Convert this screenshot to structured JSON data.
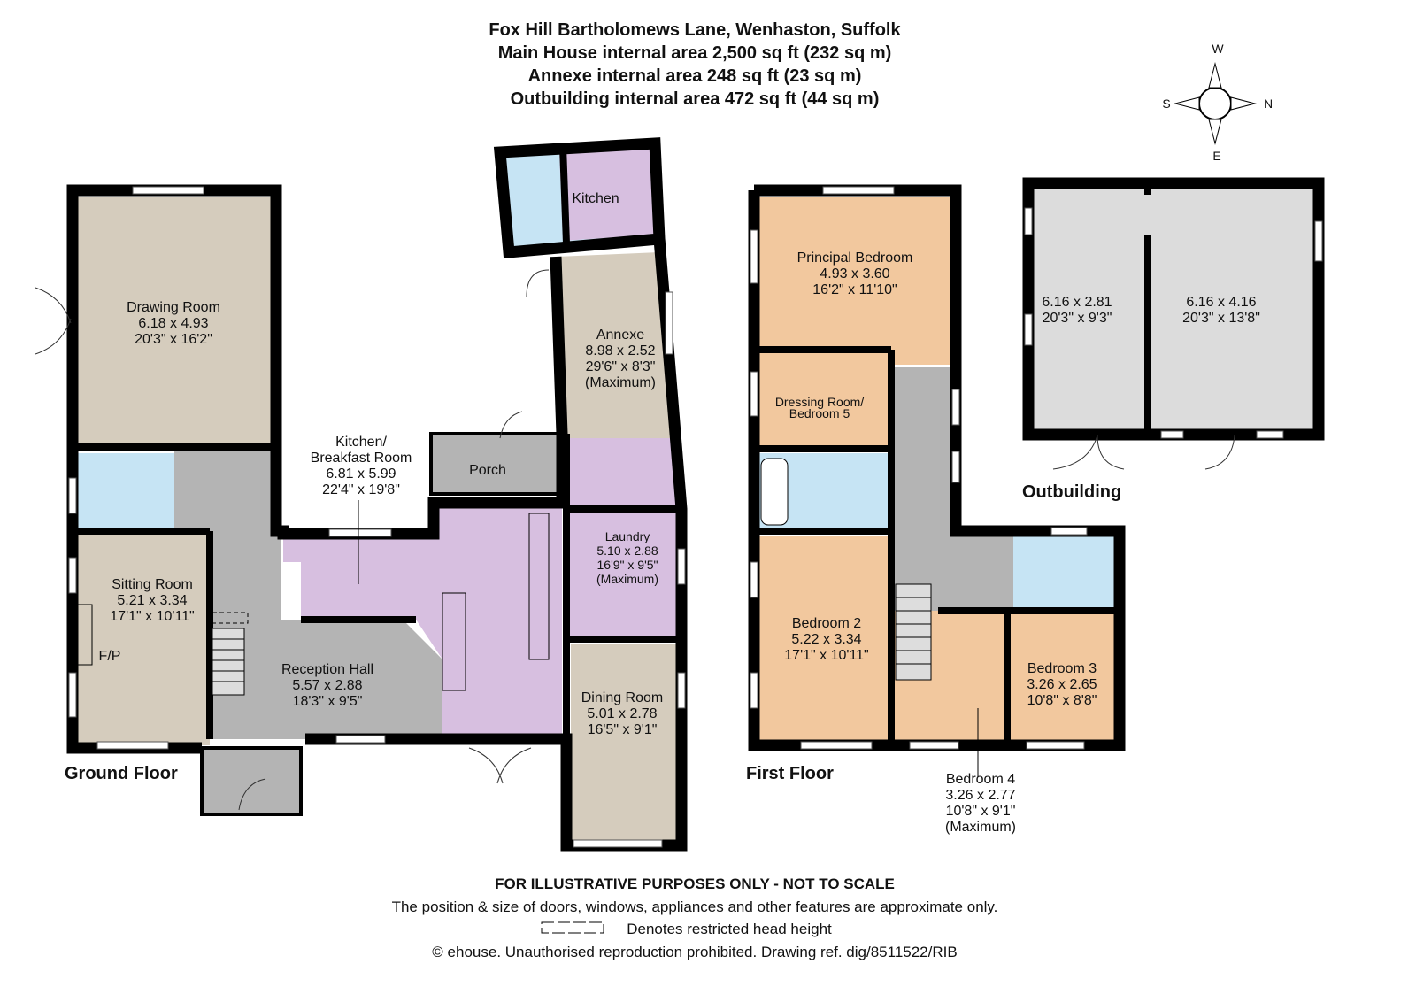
{
  "header": {
    "address": "Fox Hill Bartholomews Lane, Wenhaston, Suffolk",
    "main_area": "Main House internal area 2,500 sq ft (232 sq m)",
    "annexe_area": "Annexe internal area 248 sq ft (23 sq m)",
    "outbuilding_area": "Outbuilding internal area 472 sq ft (44 sq m)"
  },
  "compass": {
    "north": "N",
    "south": "S",
    "east": "E",
    "west": "W"
  },
  "floors": {
    "ground": "Ground Floor",
    "first": "First Floor",
    "outbuilding": "Outbuilding"
  },
  "colors": {
    "reception": "#d5ccbd",
    "wet": "#c6e4f4",
    "kitchen": "#d7bfe0",
    "circulation": "#b4b4b4",
    "bedroom": "#f2c89e",
    "outbuilding": "#dcdcdc"
  },
  "rooms": {
    "drawing": {
      "name": "Drawing Room",
      "metric": "6.18 x 4.93",
      "imperial": "20'3\" x 16'2\""
    },
    "sitting": {
      "name": "Sitting Room",
      "metric": "5.21 x 3.34",
      "imperial": "17'1\" x 10'11\"",
      "note": "F/P"
    },
    "reception": {
      "name": "Reception Hall",
      "metric": "5.57 x 2.88",
      "imperial": "18'3\" x 9'5\""
    },
    "kitchen": {
      "name1": "Kitchen/",
      "name2": "Breakfast Room",
      "metric": "6.81 x 5.99",
      "imperial": "22'4\" x 19'8\""
    },
    "porch": {
      "name": "Porch"
    },
    "annexe_kitchen": {
      "name": "Kitchen"
    },
    "annexe": {
      "name": "Annexe",
      "metric": "8.98 x 2.52",
      "imperial": "29'6\" x 8'3\"",
      "note": "(Maximum)"
    },
    "laundry": {
      "name": "Laundry",
      "metric": "5.10 x 2.88",
      "imperial": "16'9\" x 9'5\"",
      "note": "(Maximum)"
    },
    "dining": {
      "name": "Dining Room",
      "metric": "5.01 x 2.78",
      "imperial": "16'5\" x 9'1\""
    },
    "principal": {
      "name": "Principal Bedroom",
      "metric": "4.93 x 3.60",
      "imperial": "16'2\" x 11'10\""
    },
    "dressing": {
      "name1": "Dressing Room/",
      "name2": "Bedroom 5"
    },
    "bedroom2": {
      "name": "Bedroom 2",
      "metric": "5.22 x 3.34",
      "imperial": "17'1\" x 10'11\""
    },
    "bedroom3": {
      "name": "Bedroom 3",
      "metric": "3.26 x 2.65",
      "imperial": "10'8\" x 8'8\""
    },
    "bedroom4": {
      "name": "Bedroom 4",
      "metric": "3.26 x 2.77",
      "imperial": "10'8\" x 9'1\"",
      "note": "(Maximum)"
    },
    "out_left": {
      "metric": "6.16 x 2.81",
      "imperial": "20'3\" x 9'3\""
    },
    "out_right": {
      "metric": "6.16 x 4.16",
      "imperial": "20'3\" x 13'8\""
    }
  },
  "footer": {
    "disclaimer": "FOR ILLUSTRATIVE PURPOSES ONLY - NOT TO SCALE",
    "note": "The position & size of doors, windows, appliances and other features are approximate only.",
    "legend": "Denotes restricted head height",
    "copyright": "© ehouse. Unauthorised reproduction prohibited. Drawing ref. dig/8511522/RIB"
  }
}
